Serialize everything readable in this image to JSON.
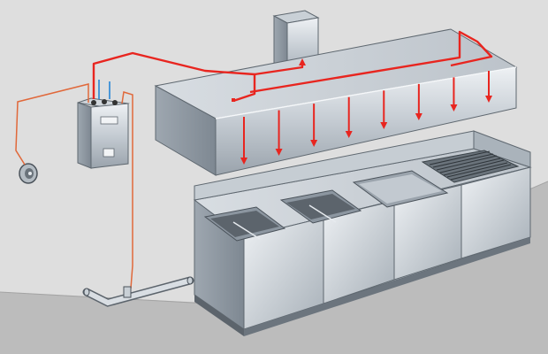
{
  "colors": {
    "wall": "#dedede",
    "floor": "#bcbcbc",
    "steel_light": "#e6eaee",
    "steel_mid": "#bfc6cd",
    "steel_dark": "#97a0a9",
    "steel_edge": "#5f6870",
    "suppression_pipe": "#e8251f",
    "control_wire": "#e0683a",
    "detection_line": "#3a8fd8"
  },
  "components": [
    {
      "id": "exhaust-hood",
      "icon": "hood"
    },
    {
      "id": "exhaust-duct",
      "icon": "duct"
    },
    {
      "id": "control-cabinet",
      "icon": "cabinet"
    },
    {
      "id": "manual-pull-station",
      "icon": "pull-station"
    },
    {
      "id": "gas-line",
      "icon": "pipe"
    },
    {
      "id": "sink-unit",
      "icon": "sink"
    },
    {
      "id": "griddle",
      "icon": "griddle"
    },
    {
      "id": "grill",
      "icon": "grill"
    }
  ],
  "discharge_nozzle_count": 8
}
